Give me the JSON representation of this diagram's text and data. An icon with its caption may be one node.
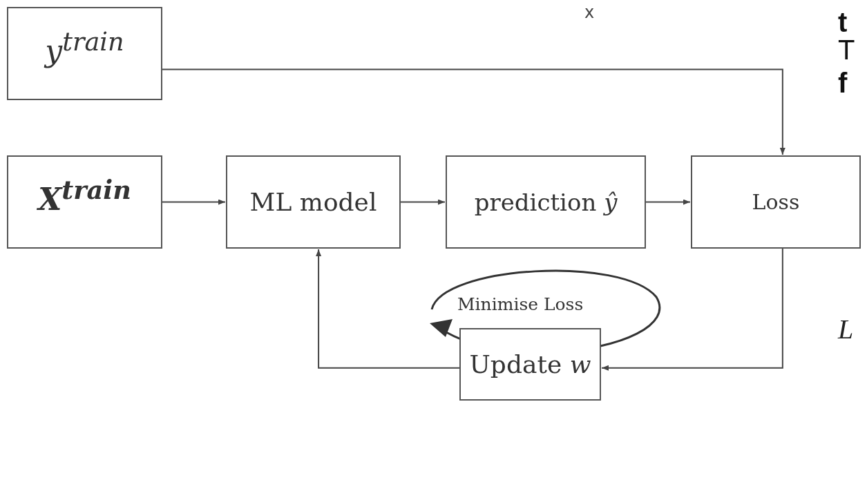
{
  "diagram": {
    "nodes": [
      {
        "text": [
          "y$^{train}$"
        ]
      },
      {
        "text": [
          "X$^{train}$"
        ]
      },
      {
        "text": [
          "ML model"
        ]
      },
      {
        "text": [
          "prediction *ŷ*"
        ]
      },
      {
        "text": [
          "Loss"
        ]
      },
      {
        "text": [
          "Update *w*"
        ]
      }
    ],
    "edges": [
      {
        "from": 0,
        "to": 4,
        "arrow": "to"
      },
      {
        "from": 1,
        "to": 2,
        "arrow": "to"
      },
      {
        "from": 2,
        "to": 3,
        "arrow": "to"
      },
      {
        "from": 3,
        "to": 4,
        "arrow": "to"
      },
      {
        "from": 4,
        "to": 5,
        "arrow": "to"
      },
      {
        "from": 5,
        "to": 2,
        "arrow": "to"
      }
    ],
    "labels": [
      "x",
      "t",
      "T",
      "f",
      "Minimise Loss",
      "L"
    ]
  }
}
